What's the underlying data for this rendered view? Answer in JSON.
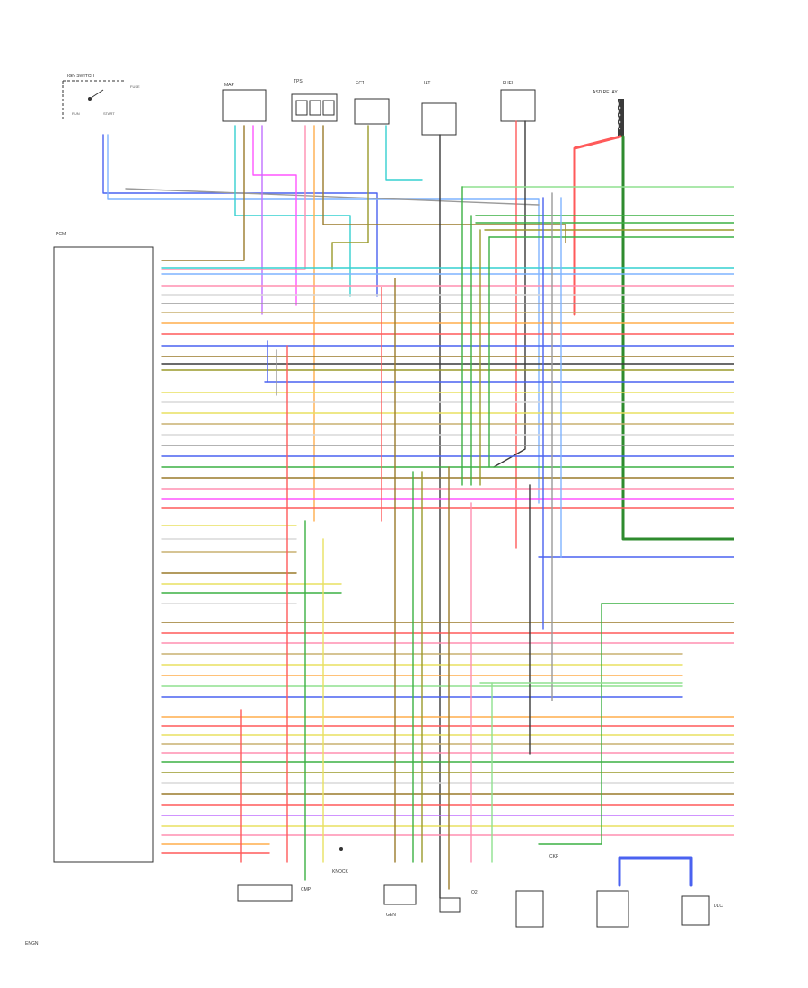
{
  "diagram": {
    "page_code": "ENGN",
    "colors": {
      "black": "#3a3a3a",
      "red": "#ff5a5a",
      "pink": "#ff8fb0",
      "orange": "#ffad4d",
      "yellow": "#e8e060",
      "lightgreen": "#8fe08f",
      "green": "#3cb043",
      "darkgreen": "#2e8b2e",
      "blue": "#4a62f0",
      "lightblue": "#7fb3ff",
      "cyan": "#35d0d0",
      "tan": "#c8b070",
      "brown": "#9a7a2a",
      "olive": "#9a9a2a",
      "violet": "#c070ff",
      "magenta": "#ff55ff",
      "gray": "#9a9a9a",
      "white_wire": "#d8d8d8"
    },
    "modules": [
      {
        "id": "ign-switch",
        "label": "IGNITION SWITCH"
      },
      {
        "id": "map-sensor",
        "label": "MAP SENSOR"
      },
      {
        "id": "throttle-position",
        "label": "THROTTLE POSITION SENSOR"
      },
      {
        "id": "engine-coolant-temp",
        "label": "ENGINE COOLANT TEMP SENSOR"
      },
      {
        "id": "intake-air-temp",
        "label": "INTAKE AIR TEMP SENSOR"
      },
      {
        "id": "fuel-pressure",
        "label": "FUEL PRESSURE SENSOR"
      },
      {
        "id": "auto-shutdown",
        "label": "AUTO SHUTDOWN RELAY"
      },
      {
        "id": "pcm",
        "label": "POWERTRAIN CONTROL MODULE"
      },
      {
        "id": "camshaft-position",
        "label": "CAMSHAFT POSITION SENSOR"
      },
      {
        "id": "generator",
        "label": "GENERATOR"
      },
      {
        "id": "knock-sensor",
        "label": "KNOCK SENSOR"
      },
      {
        "id": "oxygen-sensor",
        "label": "OXYGEN SENSOR"
      },
      {
        "id": "crank-position",
        "label": "CRANKSHAFT POSITION SENSOR"
      },
      {
        "id": "data-link",
        "label": "DATA LINK CONNECTOR"
      }
    ]
  }
}
